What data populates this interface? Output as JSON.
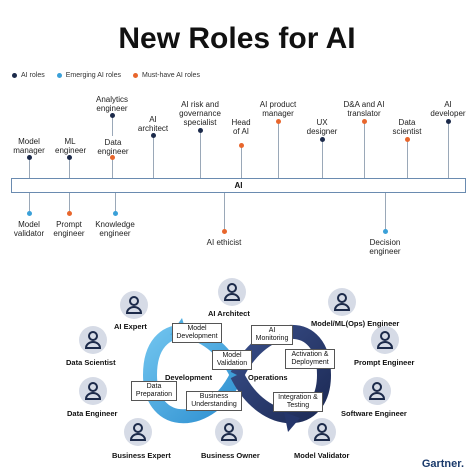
{
  "title": "New Roles for AI",
  "legend": [
    {
      "label": "AI roles",
      "color": "#1c2a4a"
    },
    {
      "label": "Emerging AI roles",
      "color": "#3aa0d8"
    },
    {
      "label": "Must-have AI roles",
      "color": "#e8662c"
    }
  ],
  "timeline": {
    "label": "AI"
  },
  "top_roles": [
    {
      "label": "Model manager",
      "type": "ai"
    },
    {
      "label": "ML engineer",
      "type": "ai"
    },
    {
      "label": "Analytics engineer",
      "type": "ai"
    },
    {
      "label": "Data engineer",
      "type": "must-have"
    },
    {
      "label": "AI architect",
      "type": "ai"
    },
    {
      "label": "AI risk and governance specialist",
      "type": "ai"
    },
    {
      "label": "Head of AI",
      "type": "must-have"
    },
    {
      "label": "AI product manager",
      "type": "must-have"
    },
    {
      "label": "UX designer",
      "type": "ai"
    },
    {
      "label": "D&A and AI translator",
      "type": "must-have"
    },
    {
      "label": "Data scientist",
      "type": "must-have"
    },
    {
      "label": "AI developer",
      "type": "ai"
    }
  ],
  "bottom_roles": [
    {
      "label": "Model validator",
      "type": "emerging"
    },
    {
      "label": "Prompt engineer",
      "type": "must-have"
    },
    {
      "label": "Knowledge engineer",
      "type": "emerging"
    },
    {
      "label": "AI ethicist",
      "type": "must-have"
    },
    {
      "label": "Decision engineer",
      "type": "emerging"
    }
  ],
  "people": [
    "AI Expert",
    "AI Architect",
    "Model/ML(Ops) Engineer",
    "Data Scientist",
    "Prompt Engineer",
    "Data Engineer",
    "Software Engineer",
    "Business Expert",
    "Business Owner",
    "Model Validator"
  ],
  "process_boxes": [
    "Model Development",
    "AI Monitoring",
    "Model Validation",
    "Activation & Deployment",
    "Data Preparation",
    "Business Understanding",
    "Integration & Testing"
  ],
  "phases": [
    "Development",
    "Operations"
  ],
  "brand": "Gartner."
}
